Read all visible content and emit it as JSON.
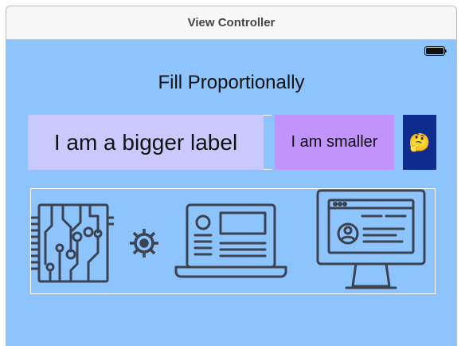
{
  "window": {
    "title": "View Controller"
  },
  "status": {
    "battery_icon": "battery-icon"
  },
  "main": {
    "heading": "Fill Proportionally",
    "labels": {
      "bigger": "I am a bigger label",
      "smaller": "I am smaller",
      "emoji": "🤔"
    },
    "images": [
      {
        "icon": "circuit-board-icon"
      },
      {
        "icon": "gear-icon"
      },
      {
        "icon": "laptop-icon"
      },
      {
        "icon": "desktop-monitor-icon"
      }
    ]
  },
  "colors": {
    "canvas": "#8ec4fe",
    "bigger_bg": "#c9c9fd",
    "smaller_bg": "#c094fb",
    "emoji_bg": "#0e2c8e",
    "icon_stroke": "#3b4250"
  }
}
